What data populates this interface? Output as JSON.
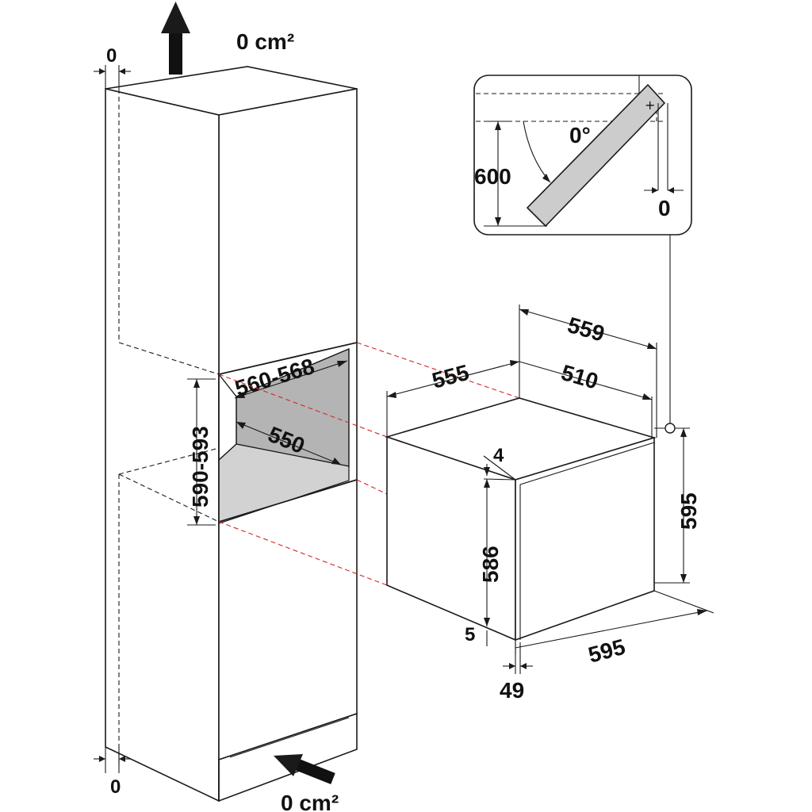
{
  "ventilation": {
    "top_label": "0 cm²",
    "bottom_label": "0 cm²"
  },
  "cabinet": {
    "gap_top": "0",
    "gap_bottom": "0",
    "niche_width": "560-568",
    "niche_height": "590-593",
    "niche_depth": "550"
  },
  "appliance": {
    "depth_total": "559",
    "depth_side": "555",
    "depth_body": "510",
    "top_gap": "4",
    "body_height": "586",
    "bottom_gap": "5",
    "front_thickness": "49",
    "height": "595",
    "width": "595"
  },
  "door_detail": {
    "opening_angle": "0°",
    "clearance_height": "600",
    "side_gap": "0"
  }
}
